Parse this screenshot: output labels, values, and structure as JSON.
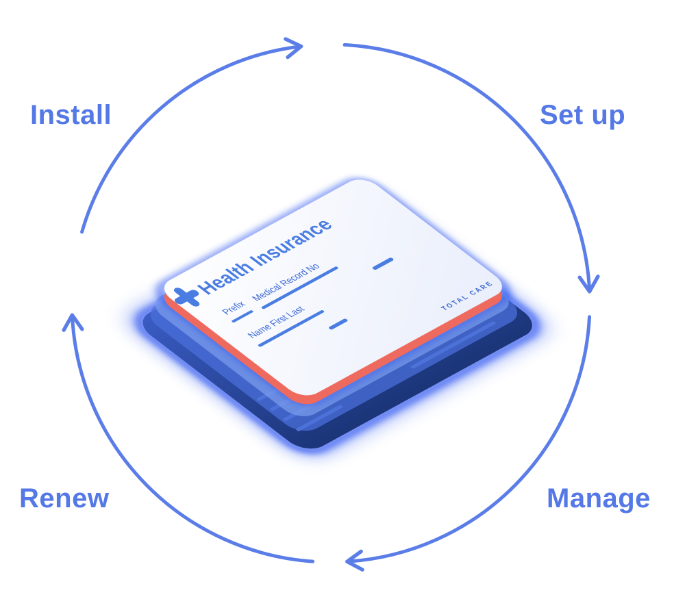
{
  "diagram": {
    "type": "lifecycle-cycle",
    "direction": "clockwise",
    "arrow_color": "#5b7de8",
    "label_color": "#5478e5",
    "steps": [
      {
        "id": "install",
        "label": "Install",
        "position": "top-left"
      },
      {
        "id": "set-up",
        "label": "Set up",
        "position": "top-right"
      },
      {
        "id": "manage",
        "label": "Manage",
        "position": "bottom-right"
      },
      {
        "id": "renew",
        "label": "Renew",
        "position": "bottom-left"
      }
    ]
  },
  "insurance_card": {
    "title": "Health Insurance",
    "brand": "TOTAL CARE",
    "icon": "medical-cross-icon",
    "fields": [
      {
        "label": "Prefix"
      },
      {
        "label": "Medical Record No"
      },
      {
        "label": "Name First Last"
      }
    ],
    "colors": {
      "title_text": "#4a7de2",
      "field_text": "#3a67d6",
      "card_face": "#ffffff",
      "card_edge_coral": "#ef6a5e",
      "glow_blue": "#2e57ef",
      "layer_glass": "#7e9eec",
      "layer_mid": "#4a6fd9",
      "layer_navy": "#1b3578",
      "stripe": "#6489e8"
    }
  }
}
